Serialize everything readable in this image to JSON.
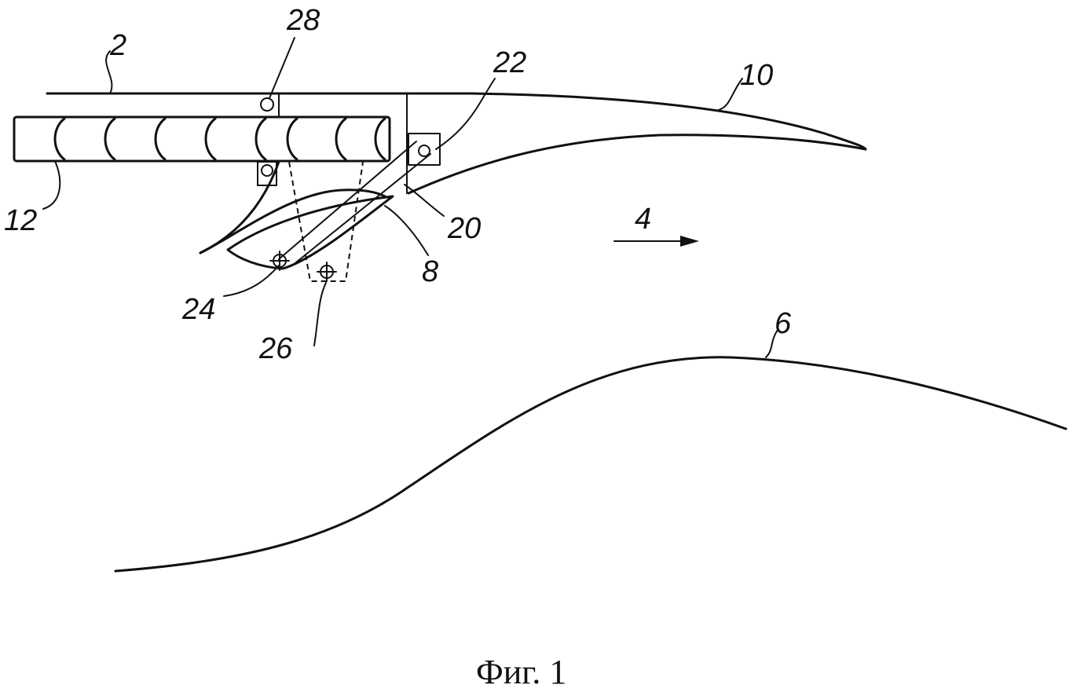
{
  "labels": {
    "l2": "2",
    "l28": "28",
    "l22": "22",
    "l10": "10",
    "l12": "12",
    "l20": "20",
    "l4": "4",
    "l8": "8",
    "l24": "24",
    "l26": "26",
    "l6": "6"
  },
  "caption": "Фиг. 1"
}
